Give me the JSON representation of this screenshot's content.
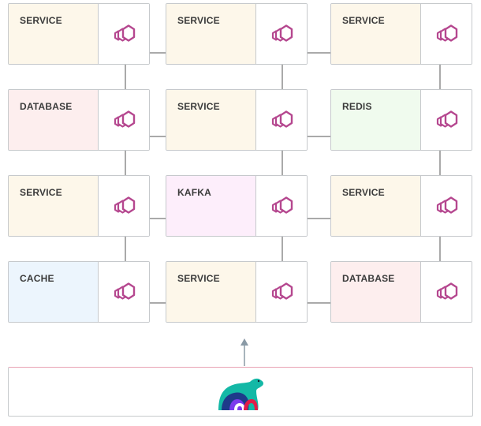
{
  "nodes": [
    {
      "label": "SERVICE",
      "fill": "#fdf7ea"
    },
    {
      "label": "SERVICE",
      "fill": "#fdf7ea"
    },
    {
      "label": "SERVICE",
      "fill": "#fdf7ea"
    },
    {
      "label": "DATABASE",
      "fill": "#fdeeee"
    },
    {
      "label": "SERVICE",
      "fill": "#fdf7ea"
    },
    {
      "label": "REDIS",
      "fill": "#f0fbee"
    },
    {
      "label": "SERVICE",
      "fill": "#fdf7ea"
    },
    {
      "label": "KAFKA",
      "fill": "#fdeefb"
    },
    {
      "label": "SERVICE",
      "fill": "#fdf7ea"
    },
    {
      "label": "CACHE",
      "fill": "#ecf5fd"
    },
    {
      "label": "SERVICE",
      "fill": "#fdf7ea"
    },
    {
      "label": "DATABASE",
      "fill": "#fdeeee"
    }
  ],
  "colors": {
    "envoy_icon": "#b5478f",
    "line": "#555555",
    "arrow": "#8a9aa6"
  },
  "icons": {
    "node": "envoy-proxy-icon",
    "base": "bear-logo"
  }
}
